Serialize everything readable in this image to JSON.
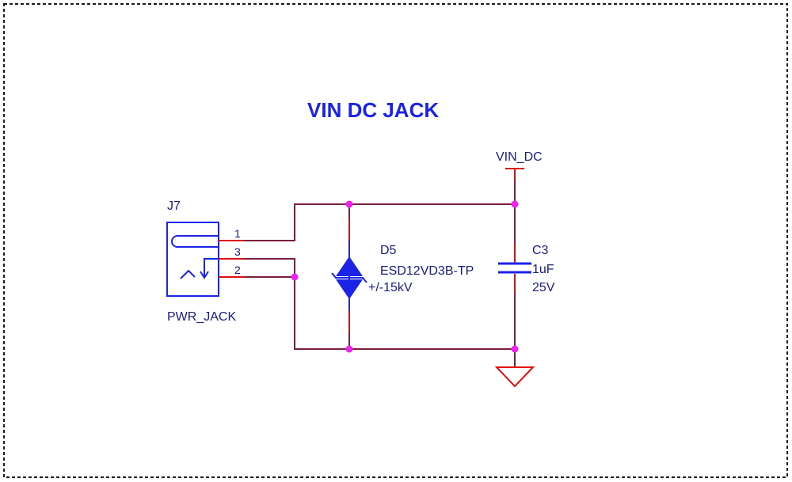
{
  "title": "VIN DC JACK",
  "connector": {
    "ref": "J7",
    "value": "PWR_JACK",
    "pins": [
      "1",
      "3",
      "2"
    ]
  },
  "diode": {
    "ref": "D5",
    "value": "ESD12VD3B-TP",
    "rating": "+/-15kV"
  },
  "capacitor": {
    "ref": "C3",
    "value": "1uF",
    "voltage": "25V"
  },
  "power_net": "VIN_DC",
  "colors": {
    "border": "#1a1a1a",
    "wire": "#7a1f3d",
    "pin": "#e01010",
    "junction": "#ee22ee",
    "symbol": "#1a23e6",
    "label": "#1a1a80",
    "ground": "#e01010"
  }
}
